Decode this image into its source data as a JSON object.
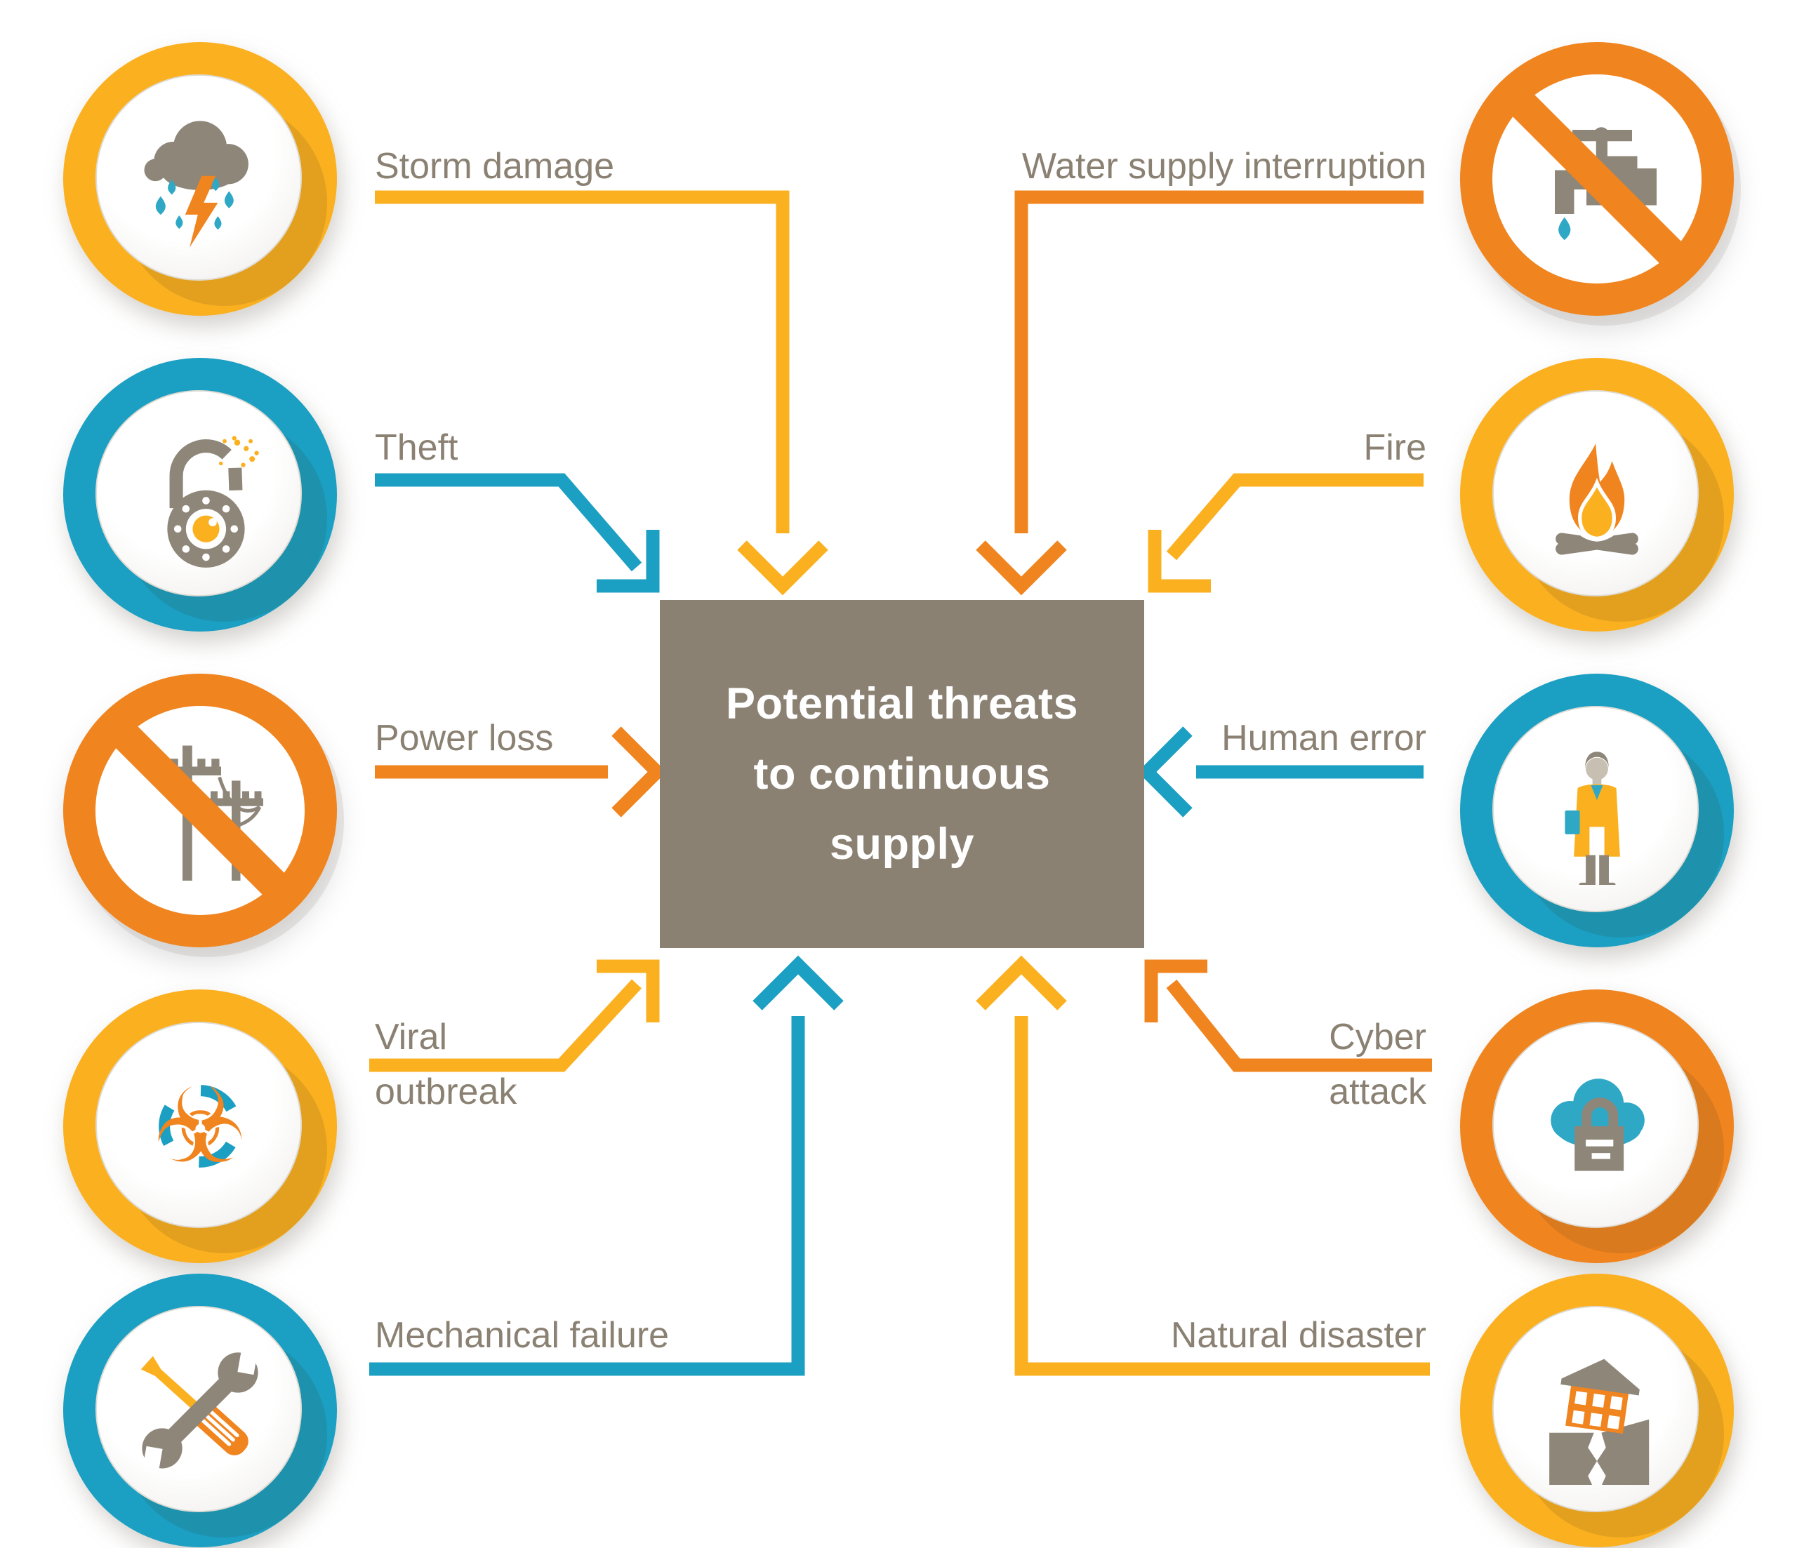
{
  "center": {
    "lines": [
      "Potential threats",
      "to continuous",
      "supply"
    ]
  },
  "colors": {
    "yellow": "#FBB020",
    "orange": "#F0841F",
    "teal": "#1B9FC2",
    "icon_gray": "#8E8679",
    "box_bg": "#8B8173",
    "label_text": "#8A8173",
    "drop_teal": "#2FA8C6"
  },
  "icons": {
    "biohazard_glyph": "☣"
  },
  "threats": [
    {
      "id": "storm-damage",
      "lines": [
        "Storm damage"
      ],
      "icon": "storm-cloud-icon",
      "ring": "yellow",
      "arrow": "yellow",
      "style": "badge",
      "side": "left"
    },
    {
      "id": "theft",
      "lines": [
        "Theft"
      ],
      "icon": "cut-padlock-icon",
      "ring": "teal",
      "arrow": "teal",
      "style": "badge",
      "side": "left"
    },
    {
      "id": "power-loss",
      "lines": [
        "Power loss"
      ],
      "icon": "no-power-lines-icon",
      "ring": "orange",
      "arrow": "orange",
      "style": "prohibition",
      "side": "left"
    },
    {
      "id": "viral-outbreak",
      "lines": [
        "Viral",
        "outbreak"
      ],
      "icon": "biohazard-icon",
      "ring": "yellow",
      "arrow": "yellow",
      "style": "badge",
      "side": "left"
    },
    {
      "id": "mechanical-failure",
      "lines": [
        "Mechanical failure"
      ],
      "icon": "tools-icon",
      "ring": "teal",
      "arrow": "teal",
      "style": "badge",
      "side": "left"
    },
    {
      "id": "water-supply-interruption",
      "lines": [
        "Water supply interruption"
      ],
      "icon": "no-water-tap-icon",
      "ring": "orange",
      "arrow": "orange",
      "style": "prohibition",
      "side": "right"
    },
    {
      "id": "fire",
      "lines": [
        "Fire"
      ],
      "icon": "flame-icon",
      "ring": "yellow",
      "arrow": "yellow",
      "style": "badge",
      "side": "right"
    },
    {
      "id": "human-error",
      "lines": [
        "Human error"
      ],
      "icon": "person-icon",
      "ring": "teal",
      "arrow": "teal",
      "style": "badge",
      "side": "right"
    },
    {
      "id": "cyber-attack",
      "lines": [
        "Cyber",
        "attack"
      ],
      "icon": "cloud-lock-icon",
      "ring": "orange",
      "arrow": "orange",
      "style": "badge",
      "side": "right"
    },
    {
      "id": "natural-disaster",
      "lines": [
        "Natural disaster"
      ],
      "icon": "earthquake-house-icon",
      "ring": "yellow",
      "arrow": "yellow",
      "style": "badge",
      "side": "right"
    }
  ]
}
